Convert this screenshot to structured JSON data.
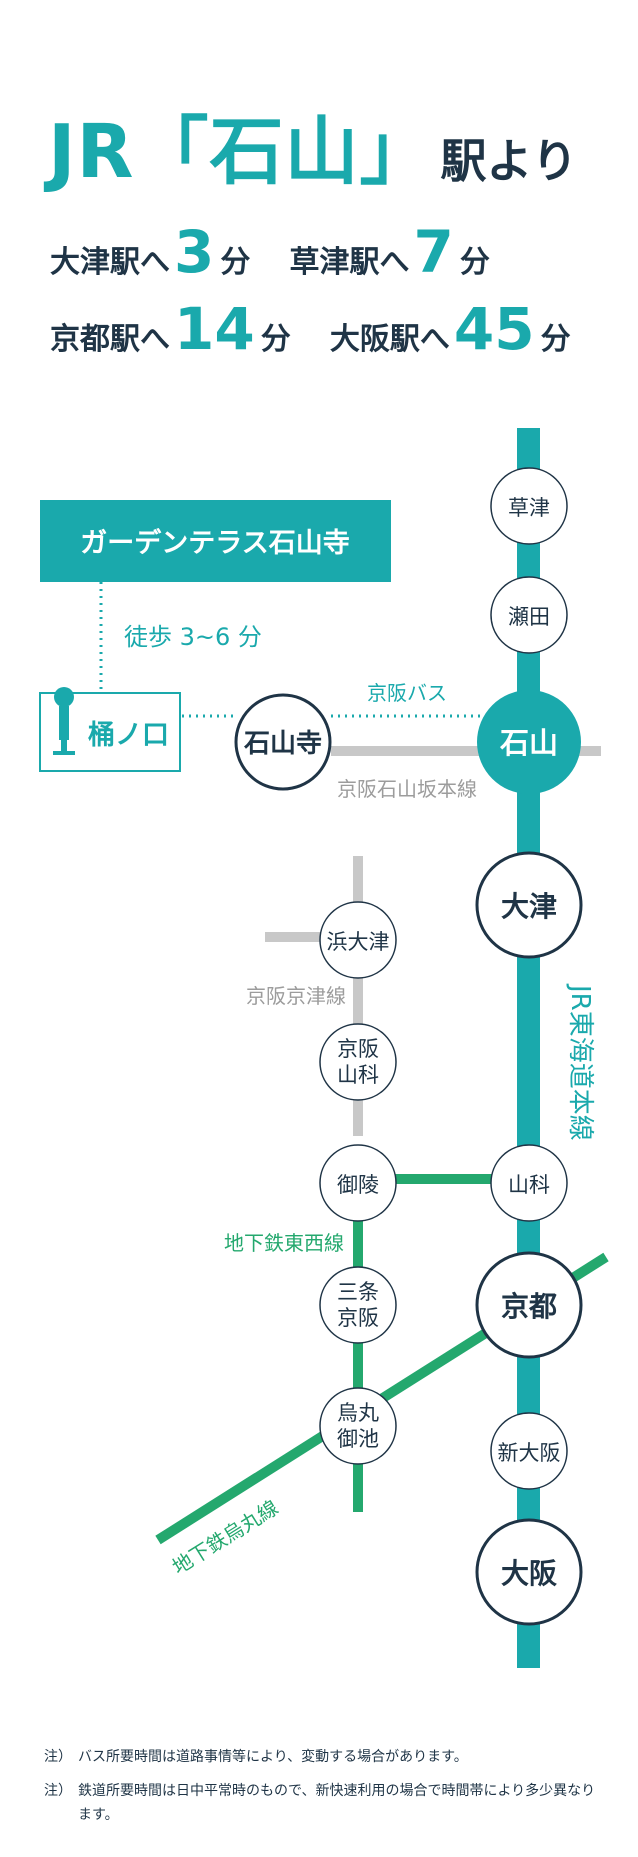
{
  "header": {
    "title_main": "JR「石山」",
    "title_suffix": "駅より"
  },
  "travel_times": [
    {
      "label": "大津駅へ",
      "minutes": "3",
      "unit": "分"
    },
    {
      "label": "草津駅へ",
      "minutes": "7",
      "unit": "分"
    },
    {
      "label": "京都駅へ",
      "minutes": "14",
      "unit": "分"
    },
    {
      "label": "大阪駅へ",
      "minutes": "45",
      "unit": "分"
    }
  ],
  "colors": {
    "jr_line": "#1aa9ac",
    "subway": "#24a86e",
    "keihan": "#c8c8c8",
    "navy": "#1f3446"
  },
  "destination": {
    "name": "ガーデンテラス石山寺",
    "walk": "徒歩 3~6 分"
  },
  "bus_stop": {
    "name": "桶ノ口",
    "icon": "bus-stop-icon"
  },
  "lines": {
    "keihan_bus": "京阪バス",
    "ishiyama_sakamoto": "京阪石山坂本線",
    "keihan_keishin": "京阪京津線",
    "jr_tokaido": "JR東海道本線",
    "subway_tozai": "地下鉄東西線",
    "subway_karasuma": "地下鉄烏丸線"
  },
  "stations": {
    "kusatsu": "草津",
    "seta": "瀬田",
    "ishiyama": "石山",
    "ishiyamadera": "石山寺",
    "otsu": "大津",
    "hamaotsu": "浜大津",
    "keihan_yamashina": [
      "京阪",
      "山科"
    ],
    "misasagi": "御陵",
    "yamashina": "山科",
    "sanjo_keihan": [
      "三条",
      "京阪"
    ],
    "kyoto": "京都",
    "karasuma_oike": [
      "烏丸",
      "御池"
    ],
    "shin_osaka": "新大阪",
    "osaka": "大阪"
  },
  "notes": [
    {
      "mark": "注）",
      "text": "バス所要時間は道路事情等により、変動する場合があります。"
    },
    {
      "mark": "注）",
      "text": "鉄道所要時間は日中平常時のもので、新快速利用の場合で時間帯により多少異なります。"
    }
  ]
}
